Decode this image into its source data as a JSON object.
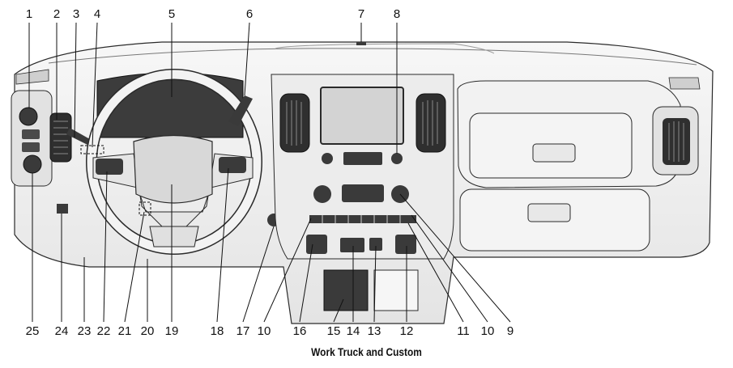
{
  "caption": "Work Truck and Custom",
  "callouts_top": [
    "1",
    "2",
    "3",
    "4",
    "5",
    "6",
    "7",
    "8"
  ],
  "callouts_bottom": [
    "25",
    "24",
    "23",
    "22",
    "21",
    "20",
    "19",
    "18",
    "17",
    "10",
    "16",
    "15",
    "14",
    "13",
    "12",
    "11",
    "10",
    "9"
  ],
  "colors": {
    "line": "#2a2a2a",
    "dash_fill": "#e9e9e9",
    "dash_light": "#f4f4f4",
    "dark_part": "#3a3a3a",
    "screen": "#d0d0d0"
  }
}
